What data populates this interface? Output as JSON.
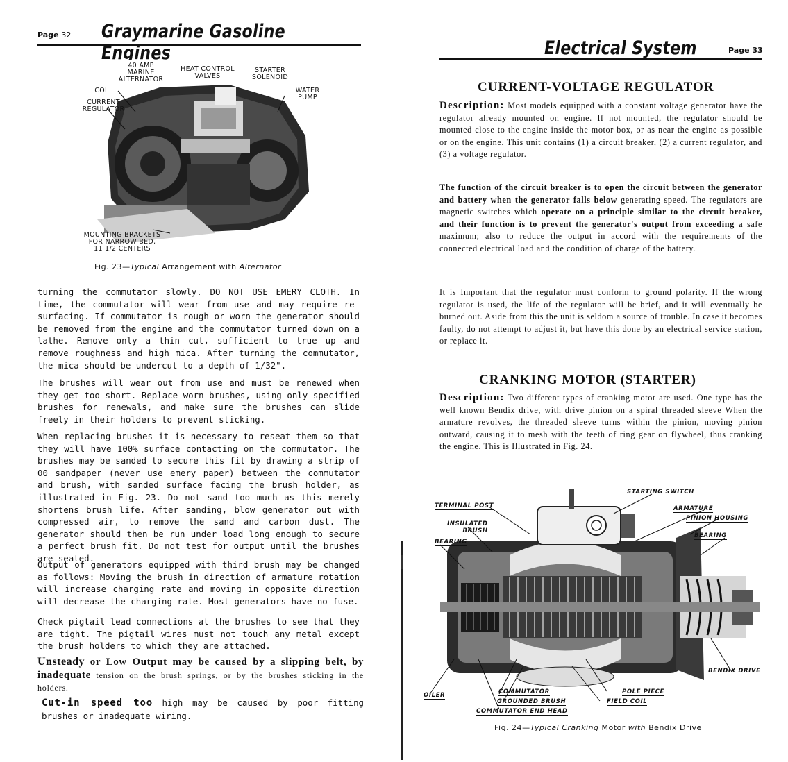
{
  "left_page": {
    "page_label": "Page",
    "page_number": "32",
    "running_title": "Graymarine Gasoline Engines",
    "figure": {
      "callouts": {
        "alternator": "40 AMP\nMARINE\nALTERNATOR",
        "heat_control": "HEAT CONTROL\nVALVES",
        "starter_solenoid": "STARTER\nSOLENOID",
        "coil": "COIL",
        "water_pump": "WATER\nPUMP",
        "current_regulator": "CURRENT\nREGULATOR",
        "mounting_brackets": "MOUNTING BRACKETS\nFOR NARROW BED,\n11 1/2 CENTERS"
      },
      "caption_prefix": "Fig. 23",
      "caption_dash": "—",
      "caption_italic": "Typical",
      "caption_text": " Arrangement with ",
      "caption_italic2": "Alternator"
    },
    "paragraphs": [
      "turning the commutator slowly. DO NOT USE EMERY CLOTH. In time, the commutator will wear from use and may require re-surfacing. If commutator is rough or worn the generator should be removed from the engine and the commutator turned down on a lathe. Remove only a thin cut, sufficient to true up and remove roughness and high mica. After turning the commutator, the mica should be undercut to a depth of 1/32\".",
      "The brushes will wear out from use and must be renewed when they get too short. Replace worn brushes, using only specified brushes for renewals, and make sure the brushes can slide freely in their holders to prevent sticking.",
      "When replacing brushes it is necessary to reseat them so that they will have 100% surface contacting on the commutator. The brushes may be sanded to secure this fit by drawing a strip of 00 sandpaper (never use emery paper) between the commutator and brush, with sanded surface facing the brush holder, as illustrated in Fig. 23. Do not sand too much as this merely shortens brush life. After sanding, blow generator out with compressed air, to remove the sand and carbon dust. The generator should then be run under load long enough to secure a perfect brush fit. Do not test for output until the brushes are seated.",
      "Output of generators equipped with third brush may be changed as follows: Moving the brush in direction of armature rotation will increase charging rate and moving in opposite direction will decrease the charging rate. Most generators have no fuse.",
      "Check pigtail lead connections at the brushes to see that they are tight. The pigtail wires must not touch any metal except the brush holders to which they are attached."
    ],
    "unsteady_bold": "Unsteady",
    "unsteady_rest_bold": " or Low Output may be caused by a slipping belt, by inadequate",
    "unsteady_rest": " tension on the brush springs, or by the brushes sticking in the holders.",
    "cutin_bold": "Cut-in speed too",
    "cutin_rest": " high may be caused by poor fitting brushes or inadequate wiring."
  },
  "right_page": {
    "running_title": "Electrical System",
    "page_label": "Page",
    "page_number": "33",
    "section1": {
      "heading": "CURRENT-VOLTAGE REGULATOR",
      "lead": "Description:",
      "p1": " Most models equipped with a constant voltage generator have the regulator already mounted on engine. If not mounted, the regulator should be mounted close to the engine inside the motor box, or as near the engine as possible or on the engine. This unit contains (1) a circuit breaker, (2) a current regulator, and (3) a voltage regulator.",
      "p2_bold": "The function of the circuit breaker is to open the circuit between the generator and battery when the generator falls below",
      "p2_rest": " generating speed. The regulators are magnetic switches which ",
      "p2_bold2": "operate on a principle similar to the circuit breaker, and their function is to prevent the generator's output from exceeding a",
      "p2_rest2": " safe maximum; also to reduce the output in accord with the requirements of the connected electrical load and the condition of charge of the battery.",
      "p3": "It is Important that the regulator must conform to ground polarity. If the wrong regulator is used, the life of the regulator will be brief, and it will eventually be burned out. Aside from this the unit is seldom a source of trouble. In case it becomes faulty, do not attempt to adjust it, but have this done by an electrical service station, or replace it."
    },
    "section2": {
      "heading": "CRANKING MOTOR (STARTER)",
      "lead": "Description:",
      "p1": " Two different types of cranking motor are used. One type has the well known Bendix drive, with drive pinion on a spiral threaded sleeve When the armature revolves, the threaded sleeve turns within the pinion, moving pinion outward, causing it to mesh with the teeth of ring gear on flywheel, thus cranking the engine. This is Illustrated in Fig. 24."
    },
    "figure": {
      "callouts": {
        "starting_switch": "STARTING SWITCH",
        "terminal_post": "TERMINAL POST",
        "armature": "ARMATURE",
        "pinion_housing": "PINION HOUSING",
        "insulated_brush": "INSULATED\nBRUSH",
        "bearing_left": "BEARING",
        "bearing_right": "BEARING",
        "bendix_drive": "BENDIX DRIVE",
        "oiler": "OILER",
        "commutator": "COMMUTATOR",
        "grounded_brush": "GROUNDED BRUSH",
        "commutator_end_head": "COMMUTATOR END HEAD",
        "pole_piece": "POLE PIECE",
        "field_coil": "FIELD COIL"
      },
      "caption_prefix": "Fig. 24",
      "caption_dash": "—",
      "caption_italic": "Typical Cranking",
      "caption_text": " Motor ",
      "caption_italic2": "with",
      "caption_text2": " Bendix Drive"
    }
  }
}
